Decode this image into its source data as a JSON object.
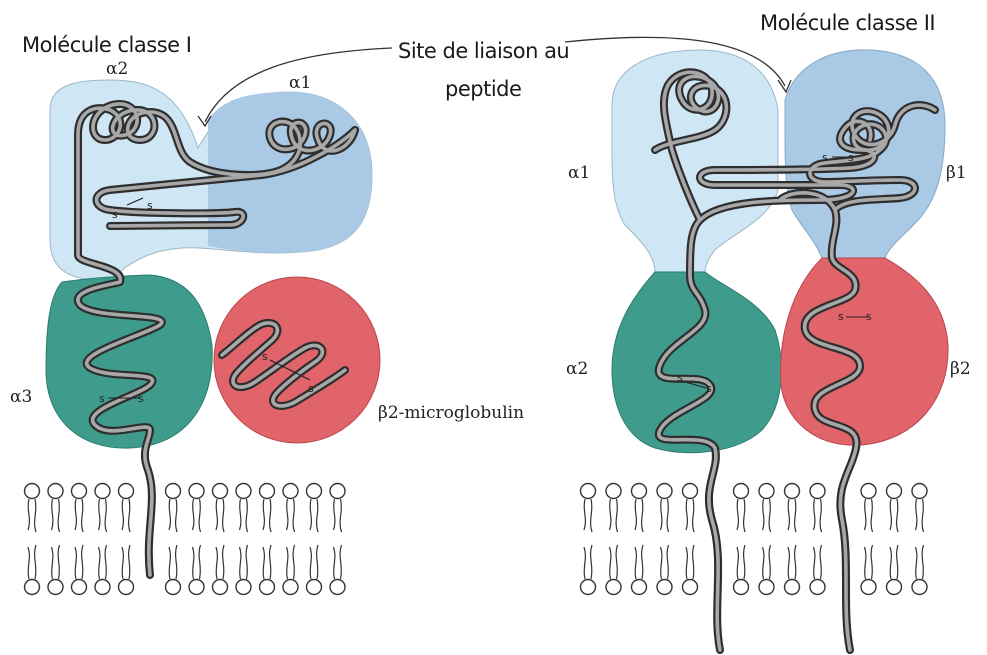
{
  "class1": {
    "title": "Molécule classe I",
    "alpha1": "α1",
    "alpha2": "α2",
    "alpha3": "α3",
    "b2m": "β2-microglobulin",
    "ss": "s"
  },
  "class2": {
    "title": "Molécule classe II",
    "alpha1": "α1",
    "alpha2": "α2",
    "beta1": "β1",
    "beta2": "β2",
    "ss": "s"
  },
  "peptide_site": {
    "line1": "Site de liaison au",
    "line2": "peptide"
  },
  "colors": {
    "light_blue": "#cfe6f4",
    "mid_blue": "#a9c9e4",
    "teal": "#3f9c8c",
    "red": "#e0646a"
  }
}
